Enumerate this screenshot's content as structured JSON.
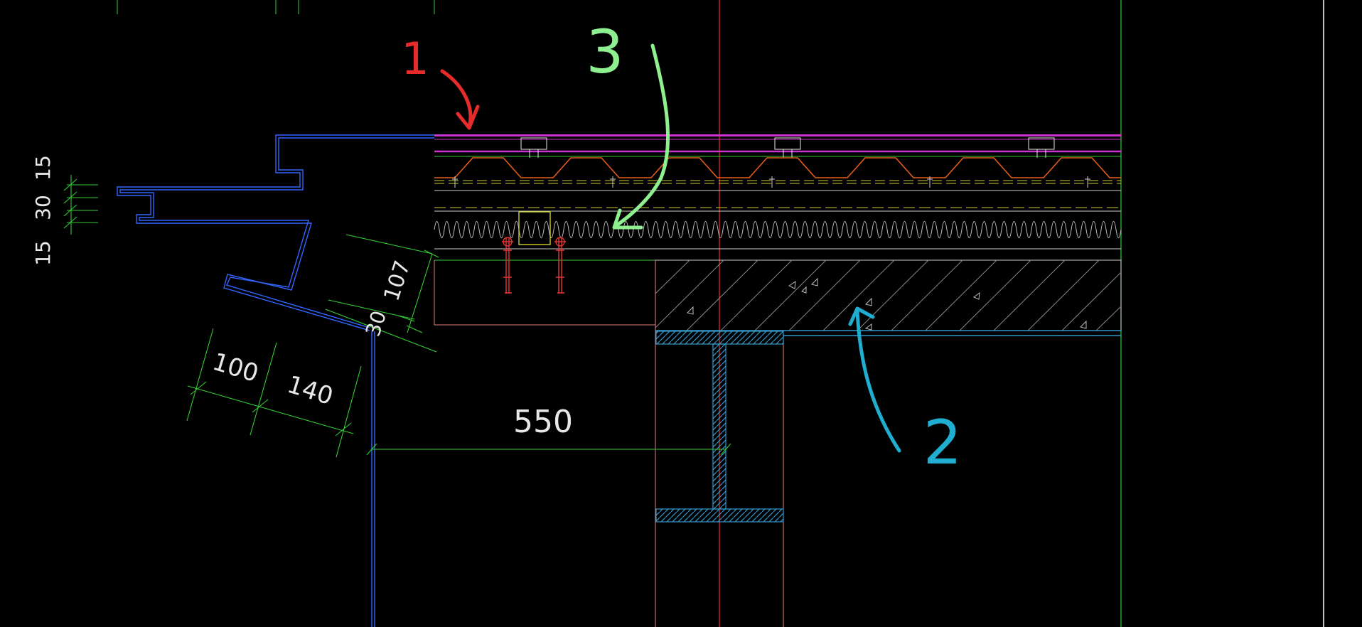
{
  "drawing": {
    "background": "#000000",
    "colors": {
      "dimension": "#33cc33",
      "flashing": "#3366ff",
      "roof_membrane": "#cc33cc",
      "deck": "#e65c1a",
      "insulation": "#cccccc",
      "bracket": "#cccc33",
      "anchor": "#e63333",
      "concrete": "#999999",
      "steel_beam": "#3399cc",
      "grid_red": "#e63333",
      "grid_green": "#33cc33",
      "white_line": "#ffffff",
      "text": "#e8e8e8"
    },
    "dimensions": {
      "stack": [
        "15",
        "30",
        "15"
      ],
      "d107": "107",
      "d30": "30",
      "d100": "100",
      "d140": "140",
      "d550": "550"
    },
    "annotations": [
      {
        "label": "1",
        "color": "#e62b2b",
        "arrow": "curved-arrow-icon"
      },
      {
        "label": "3",
        "color": "#8ef08e",
        "arrow": "curved-arrow-icon"
      },
      {
        "label": "2",
        "color": "#1faed0",
        "arrow": "curved-arrow-icon"
      }
    ]
  }
}
